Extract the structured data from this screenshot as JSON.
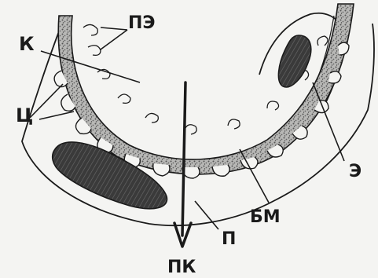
{
  "labels": {
    "pe": "ПЭ",
    "k": "К",
    "ts": "Ц",
    "e": "Э",
    "bm": "БМ",
    "p": "П",
    "pk": "ПК"
  },
  "colors": {
    "line": "#1a1a1a",
    "background": "#f4f4f2",
    "stipple_band": "#8e8e8e",
    "dark_body": "#3a3a3a"
  }
}
